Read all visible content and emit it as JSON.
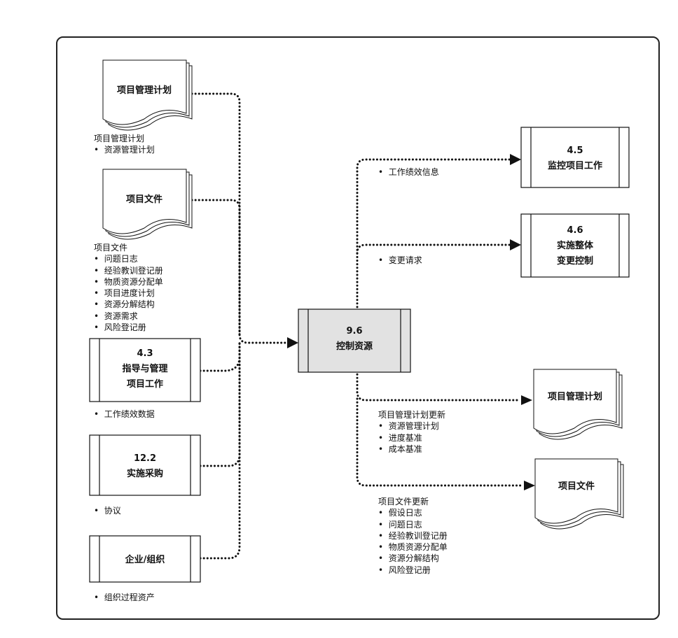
{
  "inputs": {
    "pm_plan": {
      "title": "项目管理计划",
      "caption": "项目管理计划",
      "items": [
        "资源管理计划"
      ]
    },
    "project_docs": {
      "title": "项目文件",
      "caption": "项目文件",
      "items": [
        "问题日志",
        "经验教训登记册",
        "物质资源分配单",
        "项目进度计划",
        "资源分解结构",
        "资源需求",
        "风险登记册"
      ]
    },
    "p43": {
      "num": "4.3",
      "title_line1": "指导与管理",
      "title_line2": "项目工作",
      "items": [
        "工作绩效数据"
      ]
    },
    "p122": {
      "num": "12.2",
      "title": "实施采购",
      "items": [
        "协议"
      ]
    },
    "enterprise": {
      "title": "企业/组织",
      "items": [
        "组织过程资产"
      ]
    }
  },
  "center": {
    "num": "9.6",
    "title": "控制资源"
  },
  "outputs": {
    "p45": {
      "num": "4.5",
      "title": "监控项目工作",
      "items": [
        "工作绩效信息"
      ]
    },
    "p46": {
      "num": "4.6",
      "title_line1": "实施整体",
      "title_line2": "变更控制",
      "items": [
        "变更请求"
      ]
    },
    "pm_plan_updates": {
      "title": "项目管理计划",
      "caption": "项目管理计划更新",
      "items": [
        "资源管理计划",
        "进度基准",
        "成本基准"
      ]
    },
    "docs_updates": {
      "title": "项目文件",
      "caption": "项目文件更新",
      "items": [
        "假设日志",
        "问题日志",
        "经验教训登记册",
        "物质资源分配单",
        "资源分解结构",
        "风险登记册"
      ]
    }
  },
  "colors": {
    "center_fill": "#e2e2e2",
    "stroke": "#222222",
    "background": "#ffffff"
  },
  "bullet": "•"
}
